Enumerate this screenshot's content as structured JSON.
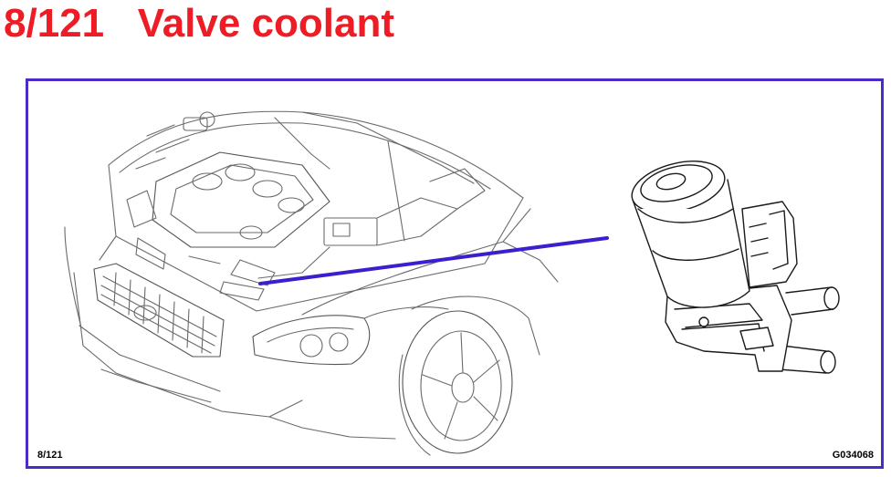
{
  "header": {
    "title": "8/121   Valve coolant"
  },
  "figure": {
    "label_left": "8/121",
    "label_right": "G034068",
    "frame_color": "#4a2bc7",
    "leader_color": "#3a1fcf",
    "title_color": "#ee1c25",
    "illustrations": [
      "car-front-engine-bay-illustration",
      "coolant-valve-illustration"
    ]
  }
}
